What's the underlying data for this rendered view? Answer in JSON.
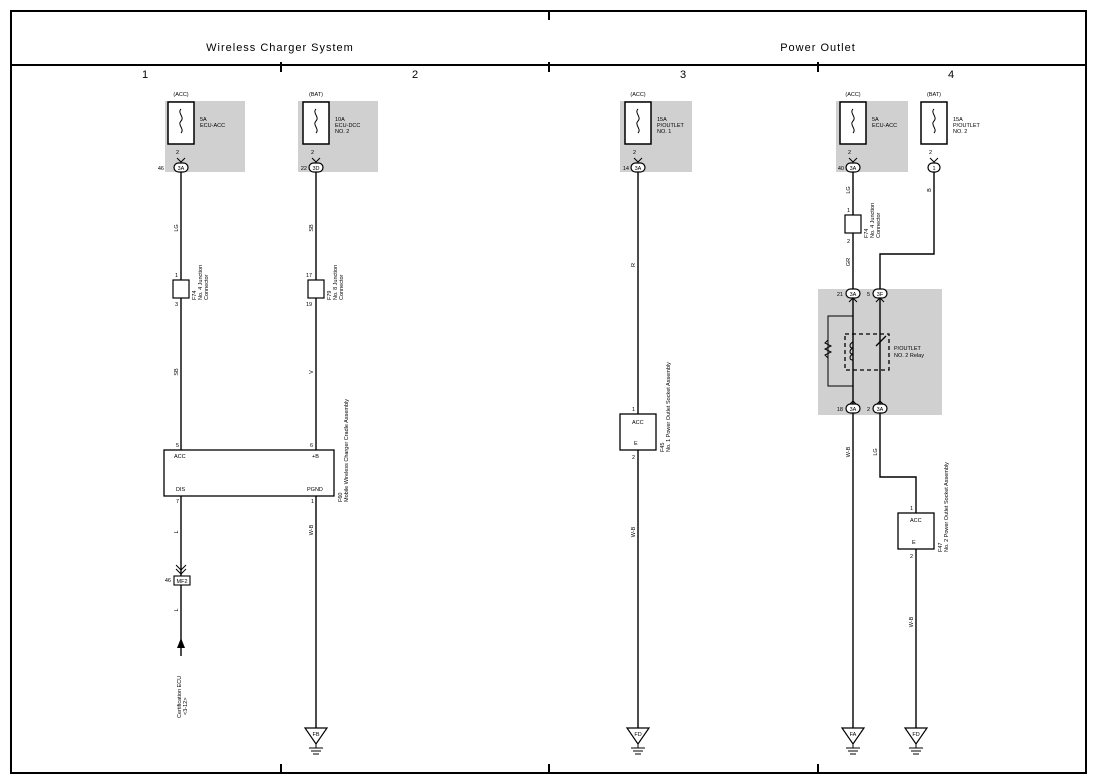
{
  "sections": {
    "wireless": "Wireless Charger System",
    "power": "Power Outlet"
  },
  "columns": [
    "1",
    "2",
    "3",
    "4"
  ],
  "fuses": {
    "f1": {
      "supply": "(ACC)",
      "rating": "5A",
      "name1": "ECU-ACC",
      "name2": "",
      "pin": "2",
      "conn_pin": "46",
      "conn": "3A"
    },
    "f2": {
      "supply": "(BAT)",
      "rating": "10A",
      "name1": "ECU-DCC",
      "name2": "NO. 2",
      "pin": "2",
      "conn_pin": "22",
      "conn": "3D"
    },
    "f3": {
      "supply": "(ACC)",
      "rating": "15A",
      "name1": "P/OUTLET",
      "name2": "NO. 1",
      "pin": "2",
      "conn_pin": "14",
      "conn": "3A"
    },
    "f4": {
      "supply": "(ACC)",
      "rating": "5A",
      "name1": "ECU-ACC",
      "name2": "",
      "pin": "2",
      "conn_pin": "40",
      "conn": "3A"
    },
    "f5": {
      "supply": "(BAT)",
      "rating": "15A",
      "name1": "P/OUTLET",
      "name2": "NO. 2",
      "pin": "2",
      "conn_pin": "",
      "conn": "1"
    }
  },
  "wires": {
    "c1_lg": "LG",
    "c1_sb": "SB",
    "c1_l": "L",
    "c1_l2": "L",
    "c2_sb": "SB",
    "c2_v": "V",
    "c2_vwb": "W-B",
    "c3_r": "R",
    "c3_wb": "W-B",
    "c4_lg": "LG",
    "c4_gr": "GR",
    "c4_b": "B",
    "c4_wb": "W-B",
    "c4_lg2": "LG",
    "c4_wb2": "W-B"
  },
  "junctions": {
    "j1": {
      "id": "F74",
      "name1": "No. 4 Junction",
      "name2": "Connector",
      "pin_top": "1",
      "pin_bot": "3"
    },
    "j2": {
      "id": "F79",
      "name1": "No. 8 Junction",
      "name2": "Connector",
      "pin_top": "17",
      "pin_bot": "19"
    },
    "j3": {
      "id": "F74",
      "name1": "No. 4 Junction",
      "name2": "Connector",
      "pin_top": "1",
      "pin_bot": "2"
    }
  },
  "cradle": {
    "id": "F60",
    "name": "Mobile Wireless Charger Cradle Assembly",
    "acc": "ACC",
    "b": "+B",
    "dis": "DIS",
    "pgnd": "PGND",
    "pin_acc": "5",
    "pin_b": "6",
    "pin_dis": "7",
    "pin_pgnd": "1"
  },
  "inline": {
    "pin": "46",
    "conn": "MF2"
  },
  "ecu": {
    "name": "Certification ECU",
    "ref": "<3-12>"
  },
  "socket1": {
    "id": "F45",
    "name": "No. 1 Power Outlet Socket Assembly",
    "acc": "ACC",
    "e": "E",
    "pin_top": "1",
    "pin_bot": "2"
  },
  "socket2": {
    "id": "F47",
    "name": "No. 2 Power Outlet Socket Assembly",
    "acc": "ACC",
    "e": "E",
    "pin_top": "1",
    "pin_bot": "2"
  },
  "relay": {
    "name1": "P/OUTLET",
    "name2": "NO. 2 Relay",
    "top_pin_l": "21",
    "top_conn_l": "3A",
    "top_pin_r": "5",
    "top_conn_r": "3F",
    "bot_pin_l": "18",
    "bot_conn_l": "3A",
    "bot_pin_r": "2",
    "bot_conn_r": "3A"
  },
  "grounds": {
    "g1": "FB",
    "g2": "FD",
    "g3": "FA",
    "g4": "FD"
  }
}
